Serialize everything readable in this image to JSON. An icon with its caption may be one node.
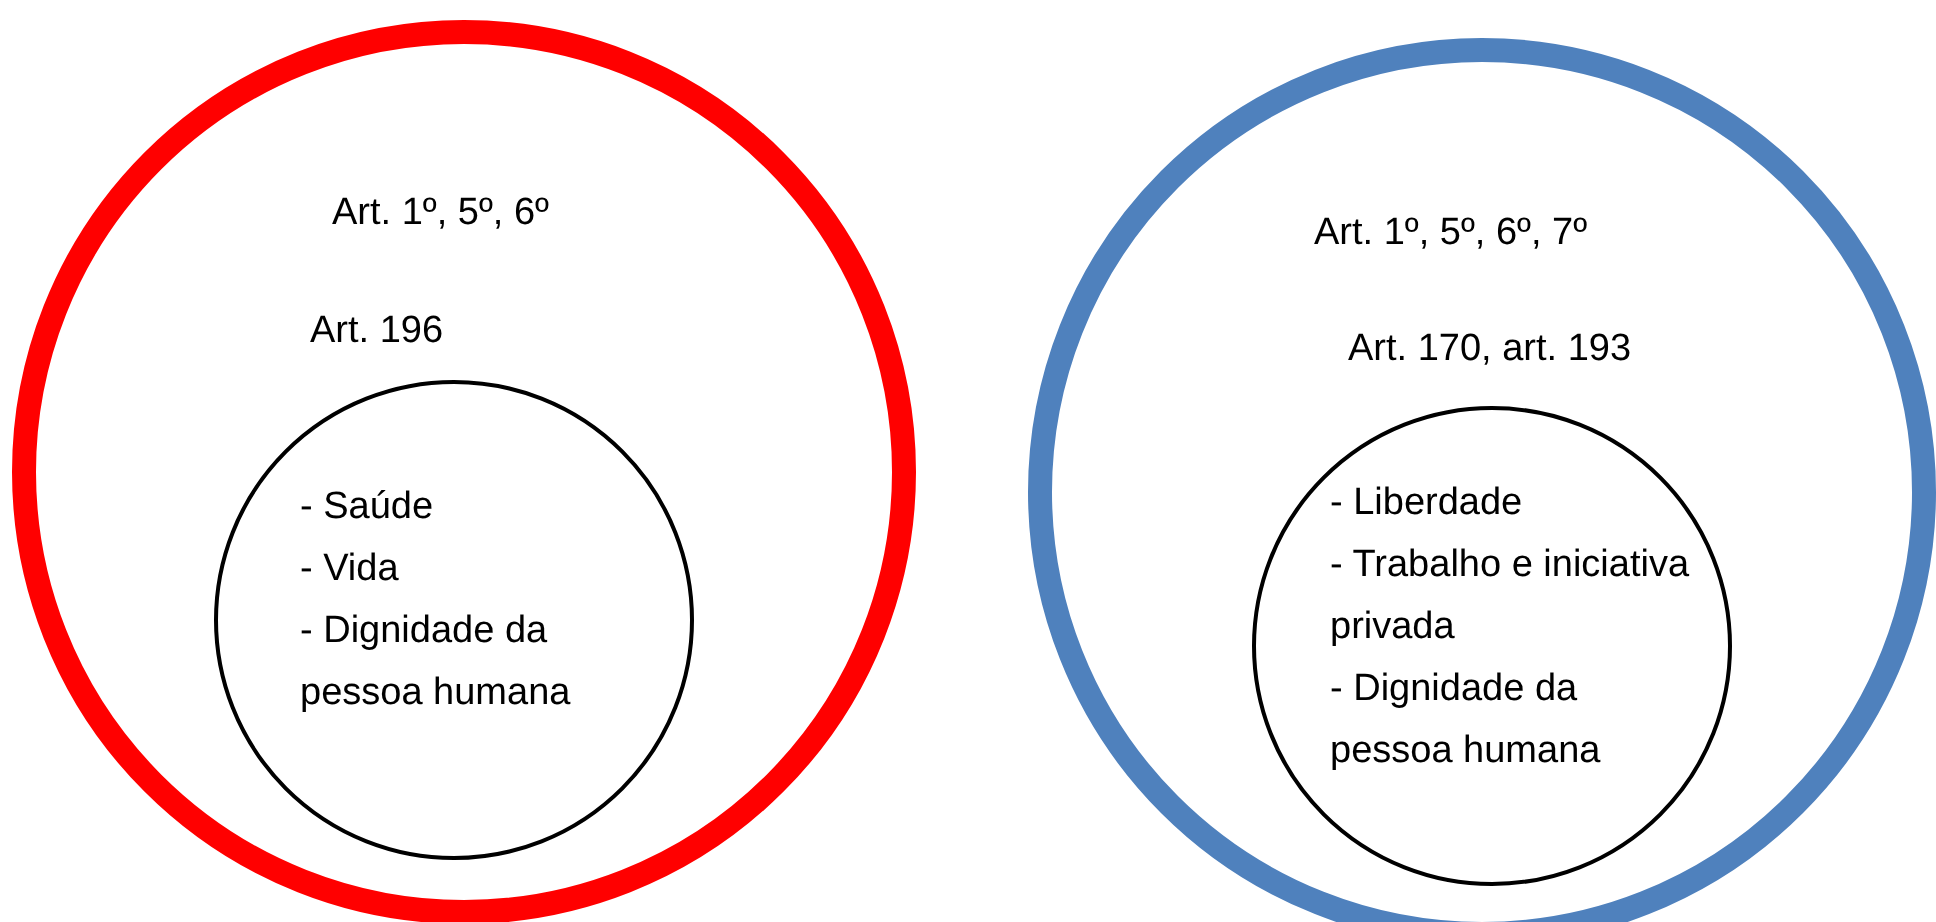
{
  "diagram": {
    "nodes": [
      {
        "text": [
          "Art. 1º, 5º, 6º",
          "Art. 196"
        ]
      },
      {
        "text": [
          "- Saúde",
          "- Vida",
          "- Dignidade da pessoa humana"
        ],
        "in": 0
      },
      {
        "text": [
          "Art. 1º, 5º, 6º, 7º",
          "Art. 170, art. 193"
        ]
      },
      {
        "text": [
          "- Liberdade",
          "- Trabalho e iniciativa privada",
          "- Dignidade da pessoa humana"
        ],
        "in": 2
      }
    ]
  }
}
